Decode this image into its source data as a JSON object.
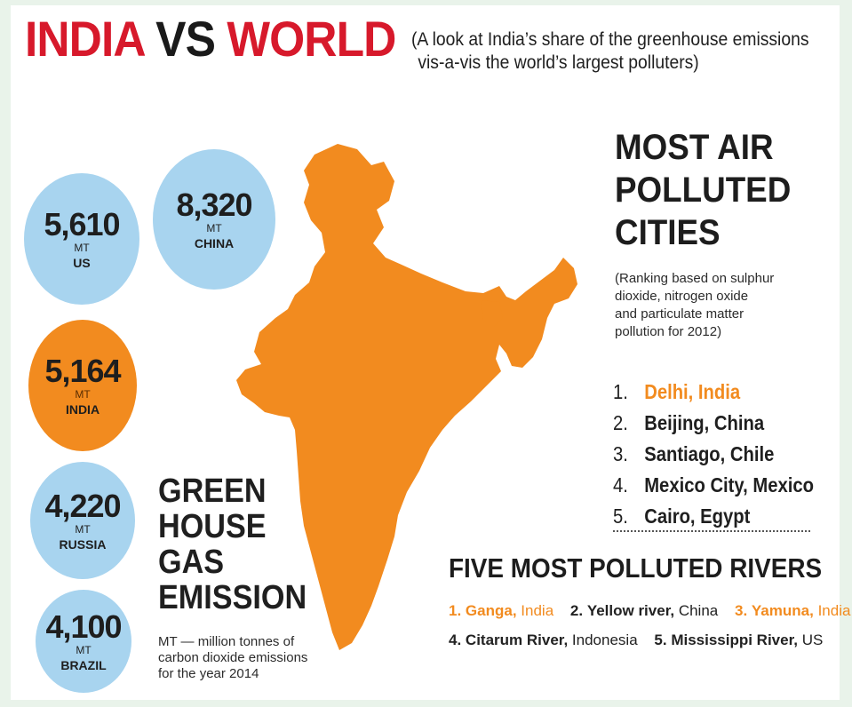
{
  "title": {
    "india": "INDIA",
    "vs": "VS",
    "world": "WORLD"
  },
  "subtitle": {
    "line1": "(A look at India’s share of the greenhouse emissions",
    "line2": "vis-a-vis the world’s largest polluters)"
  },
  "emissions": {
    "bubbles": [
      {
        "value": "5,610",
        "unit": "MT",
        "country": "US",
        "highlight": false
      },
      {
        "value": "8,320",
        "unit": "MT",
        "country": "CHINA",
        "highlight": false
      },
      {
        "value": "5,164",
        "unit": "MT",
        "country": "INDIA",
        "highlight": true
      },
      {
        "value": "4,220",
        "unit": "MT",
        "country": "RUSSIA",
        "highlight": false
      },
      {
        "value": "4,100",
        "unit": "MT",
        "country": "BRAZIL",
        "highlight": false
      }
    ],
    "heading": {
      "line1": "GREEN",
      "line2": "HOUSE",
      "line3": "GAS",
      "line4": "EMISSION"
    },
    "note": {
      "line1": "MT — million tonnes of",
      "line2": "carbon dioxide emissions",
      "line3": "for the year 2014"
    }
  },
  "air": {
    "heading": {
      "line1": "MOST AIR",
      "line2": "POLLUTED",
      "line3": "CITIES"
    },
    "note": {
      "line1": "(Ranking based on sulphur",
      "line2": "dioxide, nitrogen oxide",
      "line3": "and particulate matter",
      "line4": "pollution for 2012)"
    },
    "cities": [
      {
        "num": "1.",
        "name": "Delhi, India"
      },
      {
        "num": "2.",
        "name": "Beijing, China"
      },
      {
        "num": "3.",
        "name": "Santiago, Chile"
      },
      {
        "num": "4.",
        "name": "Mexico City, Mexico"
      },
      {
        "num": "5.",
        "name": "Cairo, Egypt"
      }
    ]
  },
  "rivers": {
    "heading": "FIVE MOST POLLUTED RIVERS",
    "items": [
      {
        "num": "1.",
        "name": "Ganga,",
        "country": "India"
      },
      {
        "num": "2.",
        "name": "Yellow river,",
        "country": "China"
      },
      {
        "num": "3.",
        "name": "Yamuna,",
        "country": "India"
      },
      {
        "num": "4.",
        "name": "Citarum River,",
        "country": "Indonesia"
      },
      {
        "num": "5.",
        "name": "Mississippi River,",
        "country": "US"
      }
    ]
  },
  "colors": {
    "accent_red": "#d7192b",
    "accent_orange": "#f28b1f",
    "bubble_blue": "#a8d4ef",
    "map_orange": "#f28b1f"
  }
}
